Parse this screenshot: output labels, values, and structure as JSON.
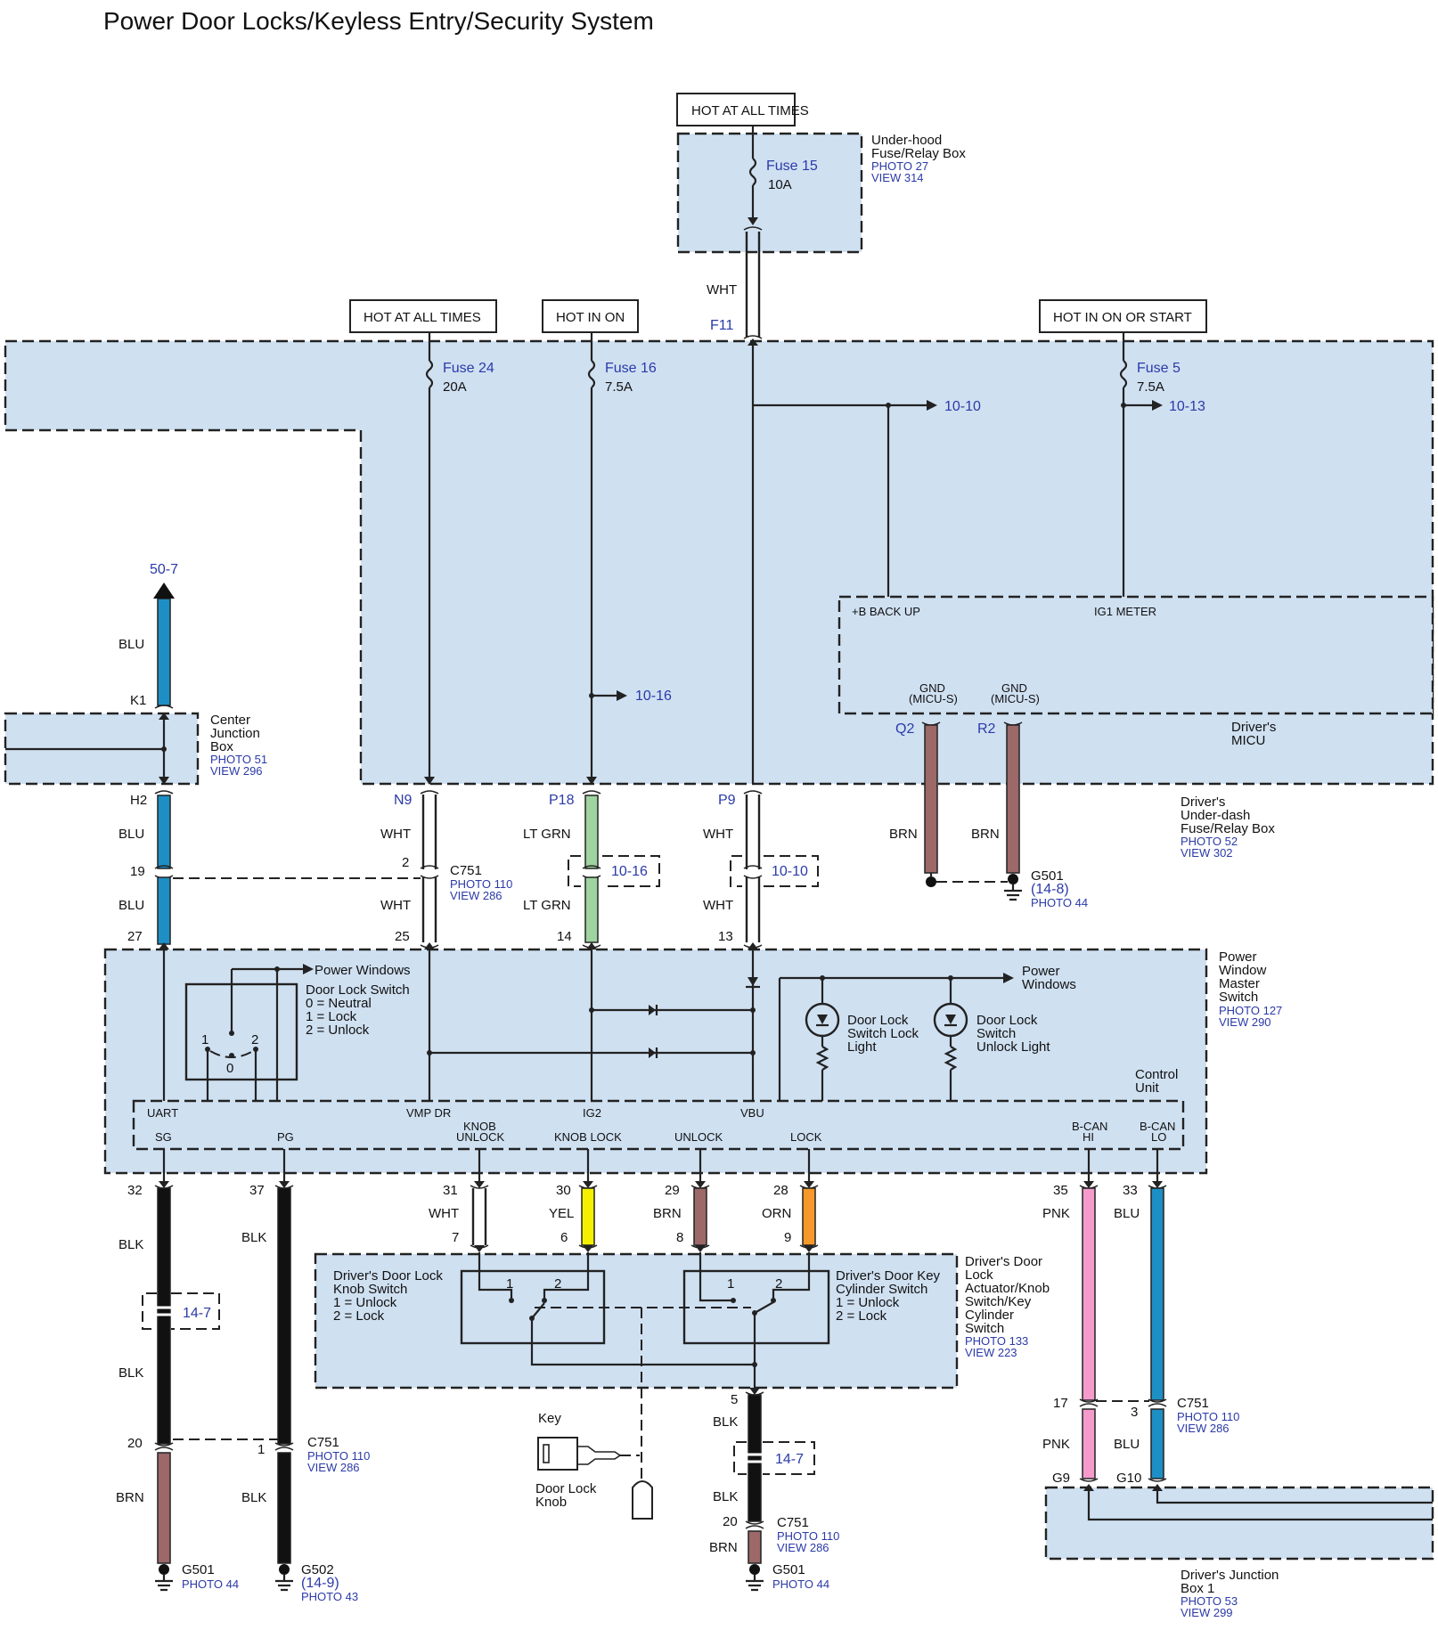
{
  "title": "Power Door Locks/Keyless Entry/Security System",
  "power_labels": {
    "hot_at_all_times_top": "HOT AT ALL TIMES",
    "hot_at_all_times": "HOT AT ALL TIMES",
    "hot_in_on": "HOT IN ON",
    "hot_in_on_or_start": "HOT IN ON OR START"
  },
  "underhood_box": {
    "name_line1": "Under-hood",
    "name_line2": "Fuse/Relay Box",
    "photo": "PHOTO 27",
    "view": "VIEW 314",
    "fuse_name": "Fuse 15",
    "fuse_rating": "10A"
  },
  "underdash_box": {
    "name_line1": "Driver's",
    "name_line2": "Under-dash",
    "name_line3": "Fuse/Relay Box",
    "photo": "PHOTO 52",
    "view": "VIEW 302",
    "fuse24_name": "Fuse 24",
    "fuse24_rating": "20A",
    "fuse16_name": "Fuse 16",
    "fuse16_rating": "7.5A",
    "fuse5_name": "Fuse 5",
    "fuse5_rating": "7.5A",
    "ref_10_10": "10-10",
    "ref_10_13": "10-13",
    "ref_10_16": "10-16",
    "pin_f11": "F11",
    "pin_n9": "N9",
    "pin_p18": "P18",
    "pin_p9": "P9",
    "pin_h2": "H2",
    "pin_q2": "Q2",
    "pin_r2": "R2"
  },
  "micu": {
    "name_line1": "Driver's",
    "name_line2": "MICU",
    "b_backup": "+B BACK UP",
    "ig1_meter": "IG1 METER",
    "gnd": "GND",
    "gnd_sub": "(MICU-S)"
  },
  "center_junction": {
    "name_line1": "Center",
    "name_line2": "Junction",
    "name_line3": "Box",
    "photo": "PHOTO 51",
    "view": "VIEW 296",
    "pin_k1": "K1",
    "ref_50_7": "50-7"
  },
  "wires": {
    "wht": "WHT",
    "blu": "BLU",
    "lt_grn": "LT GRN",
    "brn": "BRN",
    "blk": "BLK",
    "yel": "YEL",
    "orn": "ORN",
    "pnk": "PNK"
  },
  "c751": {
    "name": "C751",
    "photo": "PHOTO 110",
    "view": "VIEW 286",
    "ref_10_16": "10-16",
    "ref_10_10": "10-10",
    "ref_14_7": "14-7"
  },
  "pins": {
    "p19": "19",
    "p2": "2",
    "p27": "27",
    "p25": "25",
    "p14": "14",
    "p13": "13",
    "p32": "32",
    "p37": "37",
    "p31": "31",
    "p30": "30",
    "p29": "29",
    "p28": "28",
    "p35": "35",
    "p33": "33",
    "p7": "7",
    "p6": "6",
    "p8": "8",
    "p9": "9",
    "p20": "20",
    "p1": "1",
    "p5": "5",
    "p20b": "20",
    "p17": "17",
    "p3": "3",
    "g9": "G9",
    "g10": "G10"
  },
  "grounds": {
    "g501": "G501",
    "g501_ref": "(14-8)",
    "g501_photo": "PHOTO 44",
    "g502": "G502",
    "g502_ref": "(14-9)",
    "g502_photo": "PHOTO 43"
  },
  "pwms": {
    "name_line1": "Power",
    "name_line2": "Window",
    "name_line3": "Master",
    "name_line4": "Switch",
    "photo": "PHOTO 127",
    "view": "VIEW 290",
    "power_windows": "Power Windows",
    "power_windows2_l1": "Power",
    "power_windows2_l2": "Windows",
    "dls_title": "Door Lock Switch",
    "dls_0": "0 = Neutral",
    "dls_1": "1 = Lock",
    "dls_2": "2 = Unlock",
    "pos_1": "1",
    "pos_2": "2",
    "pos_0": "0",
    "lock_light_l1": "Door Lock",
    "lock_light_l2": "Switch Lock",
    "lock_light_l3": "Light",
    "unlock_light_l1": "Door Lock",
    "unlock_light_l2": "Switch",
    "unlock_light_l3": "Unlock Light",
    "control_l1": "Control",
    "control_l2": "Unit",
    "uart": "UART",
    "vmp_dr": "VMP DR",
    "ig2": "IG2",
    "vbu": "VBU",
    "sg": "SG",
    "pg": "PG",
    "knob_unlock_l1": "KNOB",
    "knob_unlock_l2": "UNLOCK",
    "knob_lock": "KNOB LOCK",
    "unlock": "UNLOCK",
    "lock": "LOCK",
    "bcan_hi_l1": "B-CAN",
    "bcan_hi_l2": "HI",
    "bcan_lo_l1": "B-CAN",
    "bcan_lo_l2": "LO"
  },
  "door_actuator": {
    "name_l1": "Driver's Door",
    "name_l2": "Lock",
    "name_l3": "Actuator/Knob",
    "name_l4": "Switch/Key",
    "name_l5": "Cylinder",
    "name_l6": "Switch",
    "photo": "PHOTO 133",
    "view": "VIEW 223",
    "knob_sw_l1": "Driver's Door Lock",
    "knob_sw_l2": "Knob Switch",
    "knob_sw_l3": "1 = Unlock",
    "knob_sw_l4": "2 = Lock",
    "key_sw_l1": "Driver's Door Key",
    "key_sw_l2": "Cylinder Switch",
    "key_sw_l3": "1 = Unlock",
    "key_sw_l4": "2 = Lock",
    "pos1": "1",
    "pos2": "2",
    "key": "Key",
    "knob_l1": "Door Lock",
    "knob_l2": "Knob"
  },
  "junction_box1": {
    "name_l1": "Driver's Junction",
    "name_l2": "Box 1",
    "photo": "PHOTO 53",
    "view": "VIEW 299"
  },
  "colors": {
    "box_fill": "#cfe0f1",
    "blu": "#1d8fc4",
    "lt_grn": "#9fd39f",
    "brn": "#9c6868",
    "blk": "#111111",
    "yel": "#f5f000",
    "orn": "#f7982a",
    "pnk": "#f49bcb",
    "ref_blue": "#2b3aa8"
  }
}
